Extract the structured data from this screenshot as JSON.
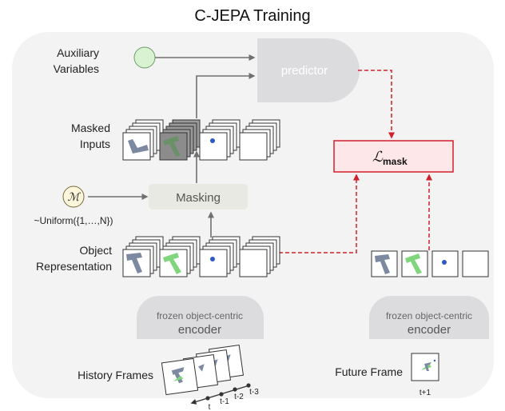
{
  "title": "C-JEPA Training",
  "labels": {
    "auxiliary_line1": "Auxiliary",
    "auxiliary_line2": "Variables",
    "masked_line1": "Masked",
    "masked_line2": "Inputs",
    "object_line1": "Object",
    "object_line2": "Representation",
    "history_frames": "History Frames",
    "future_frame": "Future Frame"
  },
  "predictor": "predictor",
  "masking": "Masking",
  "mask_symbol": "ℳ",
  "uniform": "~Uniform({1,…,N})",
  "loss": {
    "symbol": "ℒ",
    "subscript": "mask"
  },
  "encoder_left": {
    "line1": "frozen object-centric",
    "line2": "encoder"
  },
  "encoder_right": {
    "line1": "frozen object-centric",
    "line2": "encoder"
  },
  "time_labels": [
    "t",
    "t-1",
    "t-2",
    "t-3"
  ],
  "future_time_label": "t+1",
  "colors": {
    "panel": "#f3f3f3",
    "block": "#dcdcdf",
    "masking_fill": "#e9e9e3",
    "aux_circle": "#d9f2d2",
    "loss_fill": "#fde7e9",
    "loss_stroke": "#d21f2c",
    "dashed": "#d21f2c",
    "gray_arrow": "#707070",
    "blue_shape": "#7c89a0",
    "green_shape": "#7fd67c",
    "dot": "#2d59c7"
  }
}
